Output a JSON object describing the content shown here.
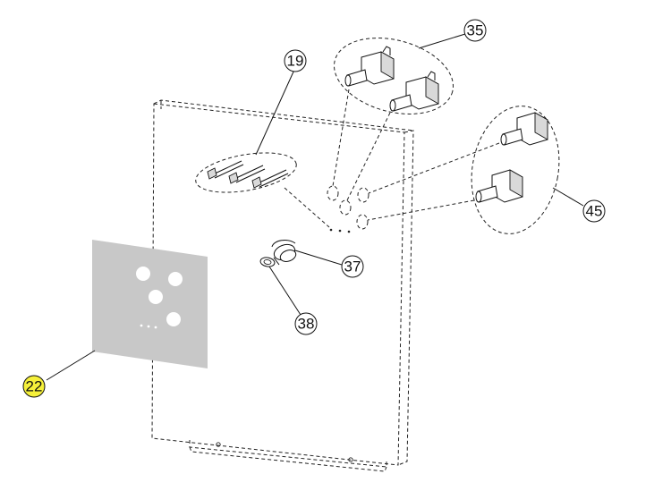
{
  "diagram": {
    "callouts": [
      {
        "id": "callout-19",
        "label": "19",
        "highlight": false
      },
      {
        "id": "callout-35",
        "label": "35",
        "highlight": false
      },
      {
        "id": "callout-45",
        "label": "45",
        "highlight": false
      },
      {
        "id": "callout-37",
        "label": "37",
        "highlight": false
      },
      {
        "id": "callout-38",
        "label": "38",
        "highlight": false
      },
      {
        "id": "callout-22",
        "label": "22",
        "highlight": true
      }
    ],
    "colors": {
      "overlay_panel": "#c8c8c8",
      "highlight": "#f5f03a",
      "line": "#111111"
    }
  }
}
